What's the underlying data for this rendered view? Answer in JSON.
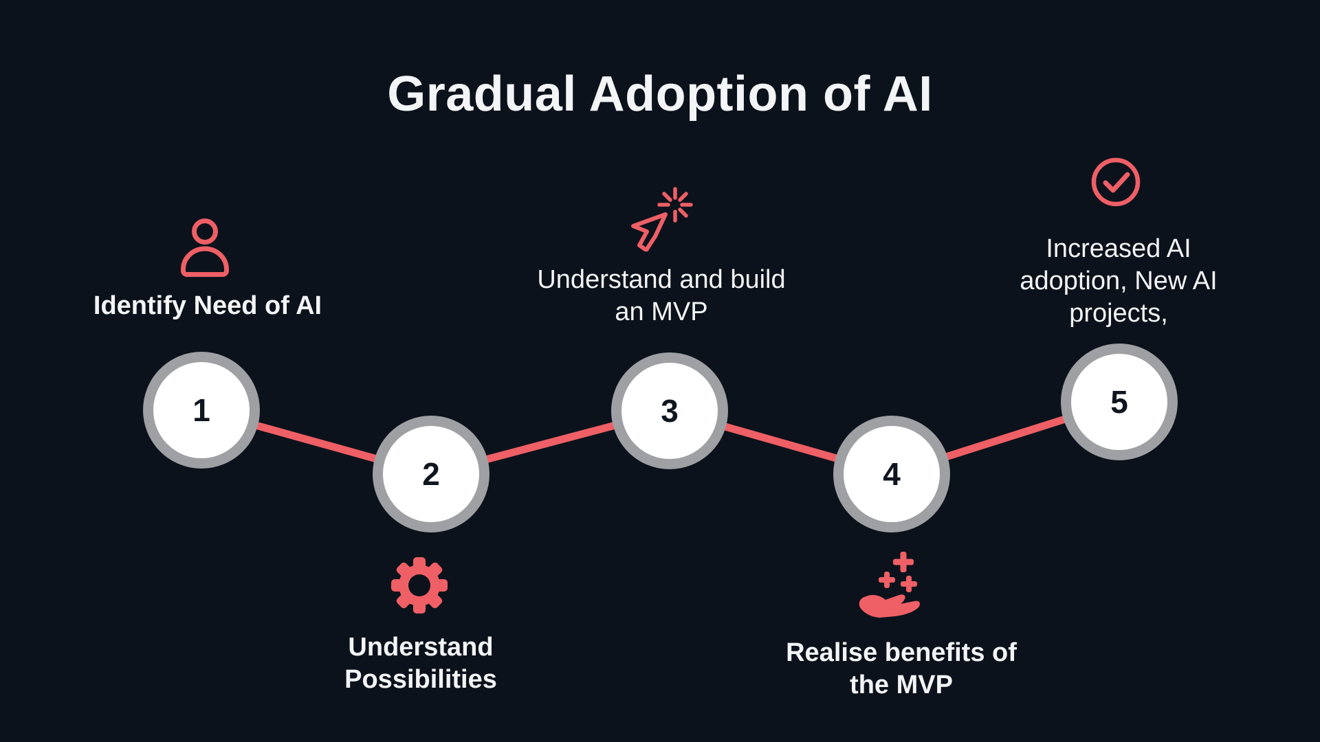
{
  "title": "Gradual Adoption of AI",
  "colors": {
    "background": "#0c121b",
    "accent": "#ef5f66",
    "ring": "#9ea0a3",
    "circle_fill": "#ffffff",
    "number": "#10161f",
    "text": "#f3f4f6"
  },
  "steps": [
    {
      "number": "1",
      "label": "Identify Need of AI",
      "icon": "person-icon"
    },
    {
      "number": "2",
      "label": "Understand Possibilities",
      "icon": "gear-icon"
    },
    {
      "number": "3",
      "label": "Understand and build an MVP",
      "icon": "click-cursor-icon"
    },
    {
      "number": "4",
      "label": "Realise benefits of the MVP",
      "icon": "hand-benefits-icon"
    },
    {
      "number": "5",
      "label": "Increased AI adoption, New AI projects,",
      "icon": "check-circle-icon"
    }
  ]
}
